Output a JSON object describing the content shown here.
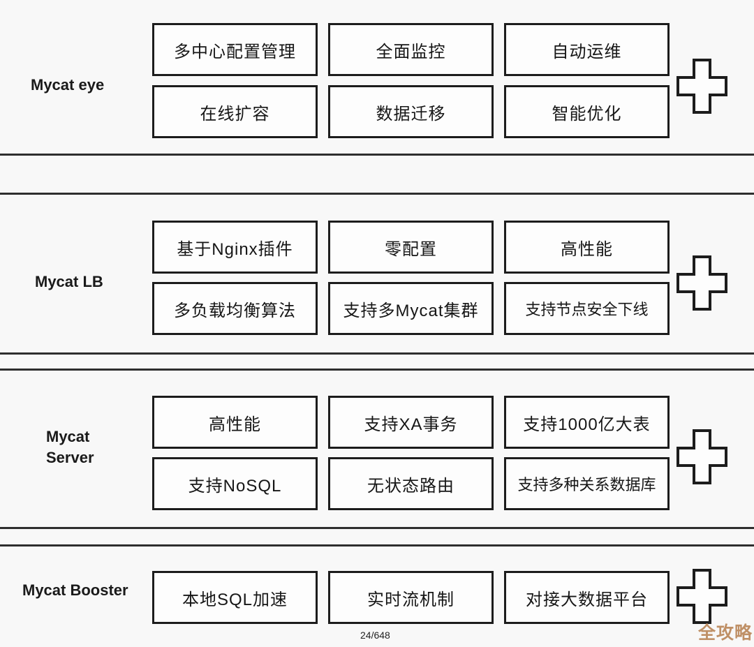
{
  "page": {
    "background": "#f8f8f8",
    "box_border_color": "#1c1c1c",
    "divider_color": "#2e2e2e",
    "page_number": "24/648",
    "watermark": {
      "text": "全攻略",
      "color": "#bf9066"
    },
    "plus_icon": "plus"
  },
  "sections": [
    {
      "label": "Mycat eye",
      "rows": [
        [
          "多中心配置管理",
          "全面监控",
          "自动运维"
        ],
        [
          "在线扩容",
          "数据迁移",
          "智能优化"
        ]
      ]
    },
    {
      "label": "Mycat LB",
      "rows": [
        [
          "基于Nginx插件",
          "零配置",
          "高性能"
        ],
        [
          "多负载均衡算法",
          "支持多Mycat集群",
          "支持节点安全下线"
        ]
      ]
    },
    {
      "label": "Mycat Server",
      "rows": [
        [
          "高性能",
          "支持XA事务",
          "支持1000亿大表"
        ],
        [
          "支持NoSQL",
          "无状态路由",
          "支持多种关系数据库"
        ]
      ]
    },
    {
      "label": "Mycat Booster",
      "rows": [
        [
          "本地SQL加速",
          "实时流机制",
          "对接大数据平台"
        ]
      ]
    }
  ]
}
